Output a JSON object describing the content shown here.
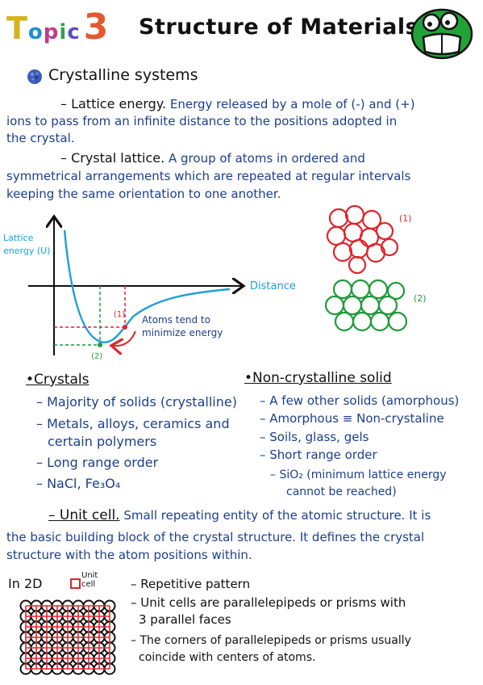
{
  "header": {
    "topic_letters": [
      "T",
      "o",
      "p",
      "i",
      "c",
      "3"
    ],
    "topic_colors": [
      "#d6b21f",
      "#1d8ed1",
      "#c43a8c",
      "#2da34a",
      "#5b4fc4",
      "#e25a2b"
    ],
    "title": "Structure of Materials",
    "logo_icon": "buck-tooth-face-icon",
    "logo_color": "#22a33a"
  },
  "section1": {
    "heading": "Crystalline systems",
    "heading_icon": "blue-ball-icon",
    "lattice_energy_term": "– Lattice energy.",
    "lattice_energy_def_1": "Energy released by a mole of (-) and (+)",
    "lattice_energy_def_2": "ions to pass from an infinite distance to the positions adopted in",
    "lattice_energy_def_3": "the crystal.",
    "crystal_lattice_term": "– Crystal lattice.",
    "crystal_lattice_def_1": "A group of atoms in ordered and",
    "crystal_lattice_def_2": "symmetrical arrangements which are repeated at regular intervals",
    "crystal_lattice_def_3": "keeping the same orientation to one another."
  },
  "graph": {
    "y_label_1": "Lattice",
    "y_label_2": "energy (U)",
    "x_label": "Distance",
    "point_1": "(1)",
    "point_2": "(2)",
    "annotation_1": "Atoms tend to",
    "annotation_2": "minimize energy",
    "curve_color": "#1a9fd8",
    "red_color": "#e0242b",
    "green_color": "#1e9a3a"
  },
  "clusters": {
    "label_1": "(1)",
    "label_2": "(2)",
    "color_1": "#e0242b",
    "color_2": "#1e9a3a"
  },
  "crystals": {
    "heading": "•Crystals",
    "items": [
      "– Majority of solids (crystalline)",
      "– Metals, alloys, ceramics and",
      "certain polymers",
      "– Long range order",
      "– NaCl, Fe₃O₄"
    ]
  },
  "noncrystalline": {
    "heading": "•Non-crystalline solid",
    "items": [
      "– A few other solids (amorphous)",
      "– Amorphous ≡ Non-crystaline",
      "– Soils, glass, gels",
      "– Short range order",
      "– SiO₂ (minimum lattice energy",
      "cannot be reached)"
    ]
  },
  "unit_cell": {
    "term": "– Unit cell.",
    "def_1": "Small repeating entity of the atomic structure. It is",
    "def_2": "the basic building block of the crystal structure. It defines the crystal",
    "def_3": "structure with the atom positions within."
  },
  "in2d": {
    "label": "In 2D",
    "legend_1": "Unit",
    "legend_2": "cell",
    "legend_color": "#e0242b"
  },
  "bullets2d": [
    "– Repetitive pattern",
    "– Unit cells are parallelepipeds or prisms with",
    "3 parallel faces",
    "– The corners of parallelepipeds or prisms usually",
    "coincide with centers of atoms."
  ]
}
